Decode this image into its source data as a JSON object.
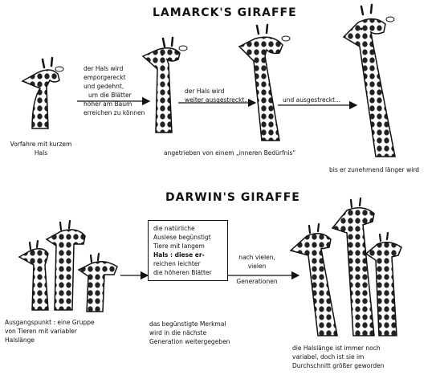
{
  "lamarck": {
    "title": "LAMARCK'S GIRAFFE",
    "ancestor_caption": [
      "Vorfahre mit kurzem",
      "Hals"
    ],
    "step1": [
      "der Hals wird",
      "emporgereckt",
      "und gedehnt,",
      "um die Blätter",
      "höher am Baum",
      "erreichen zu können"
    ],
    "step2": [
      "der Hals wird",
      "weiter ausgestreckt..."
    ],
    "step3": "und ausgestreckt...",
    "driver": "angetrieben von einem „inneren Bedürfnis“",
    "result": "bis er zunehmend länger wird"
  },
  "darwin": {
    "title": "DARWIN'S GIRAFFE",
    "start_caption": [
      "Ausgangspunkt : eine Gruppe",
      "von Tieren mit variabler",
      "Halslänge"
    ],
    "selection_box": [
      "die natürliche",
      "Auslese begünstigt",
      "Tiere mit langem",
      "Hals : diese er-",
      "reichen leichter",
      "die höheren Blätter"
    ],
    "generations": [
      "nach vielen,",
      "vielen",
      "Generationen"
    ],
    "inheritance": [
      "das begünstigte Merkmal",
      "wird in die nächste",
      "Generation weitergegeben"
    ],
    "result": [
      "die Halslänge ist immer noch",
      "variabel, doch ist sie im",
      "Durchschnitt größer geworden"
    ]
  }
}
